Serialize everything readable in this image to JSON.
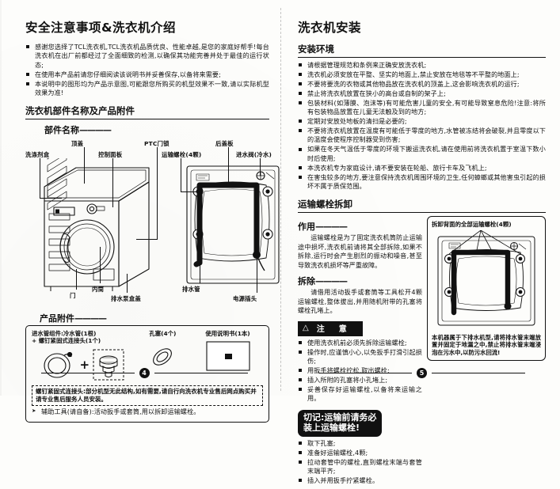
{
  "document": {
    "kind": "scanned-manual-spread",
    "brand": "TCL"
  },
  "left_page": {
    "number": "4",
    "title": "安全注意事项&洗衣机介绍",
    "intro_bullets": [
      "感谢您选择了TCL洗衣机,TCL洗衣机品质优良、性能卓越,是您的家庭好帮手!每台洗衣机在出厂前都经过了全面细致的检测,以确保其功能完善并处于最佳的运行状态;",
      "在使用本产品前请您仔细阅读该说明书并妥善保存,以备将来需要;",
      "本说明中的图形均为产品示意图,可能跟您所购买的机型效果不一致,请以实际机型效果为准!"
    ],
    "section_parts": {
      "heading": "洗衣机部件名称及产品附件",
      "subheading": "部件名称",
      "labels_front": [
        "洗涤剂盒",
        "顶盖",
        "控制面板",
        "PTC门锁",
        "门",
        "内筒",
        "排水泵盒盖"
      ],
      "labels_rear": [
        "运输螺栓(4颗)",
        "后盖板",
        "进水阀(冷水)",
        "排水管",
        "电源插头"
      ]
    },
    "section_accessories": {
      "subheading": "产品附件",
      "items": [
        {
          "caption": "进水管组件:冷水管(1根)\n+ 螺钉紧固式连接头(1个)",
          "art": "hose-plus-connector"
        },
        {
          "caption": "孔塞(4个)",
          "art": "hole-plug"
        },
        {
          "caption": "使用说明书(1本)",
          "art": "manual-book"
        }
      ],
      "dashed_note": "螺钉紧固式连接头:部分机型无此结构,如有需要,请自行向洗衣机专业售后网点购买并请专业售后服务人员安装。",
      "arrow_note": "辅助工具(请自备):活动扳手或套筒,用以拆卸运输螺栓。"
    }
  },
  "right_page": {
    "number": "5",
    "title": "洗衣机安装",
    "section_environment": {
      "heading": "安装环境",
      "bullets": [
        "请根据管理规范和条例来正确安放洗衣机;",
        "洗衣机必须安放在平整、坚实的地面上,禁止安放在地毯等不平整的地面上;",
        "不要将要洗的衣物或其他物品放在洗衣机的顶盖上,这会影响洗衣机的运行;",
        "禁止将洗衣机放置在狭小的高台或自制的架子上;",
        "包装材料(如薄膜、泡沫等)有可能危害儿童的安全,有可能导致窒息危险!注意:将所有包装物品放置在儿童无法触及到的地方;",
        "定期对安放处地板的清扫是必要的;",
        "不要将洗衣机放置在温度有可能低于零度的地方,水管被冻结将会破裂,并且零度以下的温度会使程序控制器受到伤害;",
        "如果在冬天气温低于零度的环境下搬运洗衣机,请在使用前将洗衣机置于室温下数小时后使用;",
        "本洗衣机专为家庭设计,请不要安装在轮船、旅行卡车及飞机上;",
        "在害虫较多的地方,要注意保持洗衣机周围环境的卫生,任何蟑螂或其他害虫引起的损坏不属于质保范围。"
      ]
    },
    "section_bolts": {
      "heading": "运输螺栓拆卸",
      "purpose_sub": "作用",
      "purpose_text": "运输螺栓是为了固定洗衣机筒防止运输途中损坏,洗衣机前请将其全部拆除,如果不拆除,运行时会产生剧烈的振动和噪音,甚至导致洗衣机损坏等严重故障。",
      "remove_sub": "拆除",
      "remove_text": "请借用活动扳手或套筒等工具松开4颗运输螺栓,整体拔出,并用随机附带的孔塞将螺栓孔堵上。",
      "caution_title": "注　意",
      "caution_icon": "warning-triangle",
      "caution_bullets": [
        "使用洗衣机前必须先拆除运输螺栓;",
        "操作时,应谨慎小心,以免扳手打滑引起损伤;",
        "用扳手将螺栓拧松,取出螺栓;",
        "插入所附的孔塞将小孔堵上;",
        "妥善保存好运输螺栓,以备将来运输之用。"
      ],
      "callout": "切记:运输前请务必\n装上运输螺栓!",
      "callout_bullets": [
        "取下孔塞;",
        "准备好运输螺栓,4颗;",
        "拉动套管中的螺栓,直到螺栓末端与套管末端平齐;",
        "插入并用扳手拧紧螺栓。"
      ],
      "figure_caption": "拆卸背面的全部运输螺栓(4颗)",
      "figure_note": "本机器属于下排水机型,请将排水管末端放置并固定于地漏之中,禁止将排水管末端浸泡在污水中,以防污水回流!"
    }
  }
}
